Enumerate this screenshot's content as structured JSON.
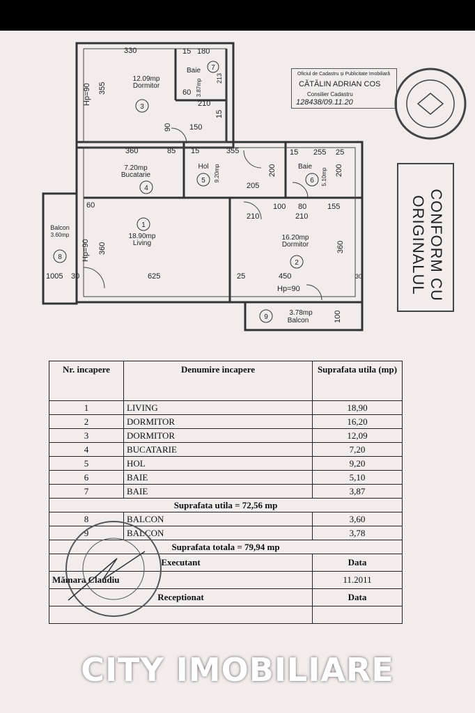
{
  "plan": {
    "rooms": [
      {
        "num": "1",
        "area": "18.90mp",
        "name": "Living"
      },
      {
        "num": "2",
        "area": "16.20mp",
        "name": "Dormitor"
      },
      {
        "num": "3",
        "area": "12.09mp",
        "name": "Dormitor"
      },
      {
        "num": "4",
        "area": "7.20mp",
        "name": "Bucatarie"
      },
      {
        "num": "5",
        "area": "9.20mp",
        "name": "Hol"
      },
      {
        "num": "6",
        "area": "5.10mp",
        "name": "Baie"
      },
      {
        "num": "7",
        "area": "3.87mp",
        "name": "Baie"
      },
      {
        "num": "8",
        "area": "3.60mp",
        "name": "Balcon"
      },
      {
        "num": "9",
        "area": "3.78mp",
        "name": "Balcon"
      }
    ],
    "dims": {
      "d330": "330",
      "d15a": "15",
      "d180": "180",
      "d355a": "355",
      "d213": "213",
      "d60": "60",
      "d210a": "210",
      "d15b": "15",
      "d150": "150",
      "d90": "90",
      "d360a": "360",
      "d85": "85",
      "d15c": "15",
      "d355b": "355",
      "d200a": "200",
      "d205": "205",
      "d15d": "15",
      "d255": "255",
      "d25a": "25",
      "d200b": "200",
      "d60b": "60",
      "d360b": "360",
      "d100": "100",
      "d80": "80",
      "d155": "155",
      "d210b": "210",
      "d210c": "210",
      "d625": "625",
      "d450": "450",
      "d25b": "25",
      "d360c": "360",
      "d1005": "1005",
      "d30a": "30",
      "d30b": "30",
      "d100b": "100",
      "hp90a": "Hp=90",
      "hp90b": "Hp=90",
      "hp90c": "Hp=90"
    }
  },
  "cadastru": {
    "line1": "Oficiul de Cadastru și Publicitate Imobiliară",
    "line2": "CĂTĂLIN ADRIAN COS",
    "line3": "Consilier Cadastru",
    "line4": "128438/09.11.20"
  },
  "stamp": {
    "text": "CONFORM CU ORIGINALUL"
  },
  "table": {
    "headers": {
      "col1": "Nr. incapere",
      "col2": "Denumire incapere",
      "col3": "Suprafata utila (mp)"
    },
    "rows": [
      {
        "nr": "1",
        "name": "LIVING",
        "area": "18,90"
      },
      {
        "nr": "2",
        "name": "DORMITOR",
        "area": "16,20"
      },
      {
        "nr": "3",
        "name": "DORMITOR",
        "area": "12,09"
      },
      {
        "nr": "4",
        "name": "BUCATARIE",
        "area": "7,20"
      },
      {
        "nr": "5",
        "name": "HOL",
        "area": "9,20"
      },
      {
        "nr": "6",
        "name": "BAIE",
        "area": "5,10"
      },
      {
        "nr": "7",
        "name": "BAIE",
        "area": "3,87"
      }
    ],
    "useful_total": "Suprafata utila =   72,56  mp",
    "balcony_rows": [
      {
        "nr": "8",
        "name": "BALCON",
        "area": "3,60"
      },
      {
        "nr": "9",
        "name": "BALCON",
        "area": "3,78"
      }
    ],
    "grand_total": "Suprafata totala =  79,94  mp",
    "executant_label": "Executant",
    "data_label": "Data",
    "executant_name": "Mămara Claudiu",
    "date": "11.2011",
    "receptionat_label": "Receptionat",
    "data_label2": "Data"
  },
  "brand": "CITY IMOBILIARE"
}
